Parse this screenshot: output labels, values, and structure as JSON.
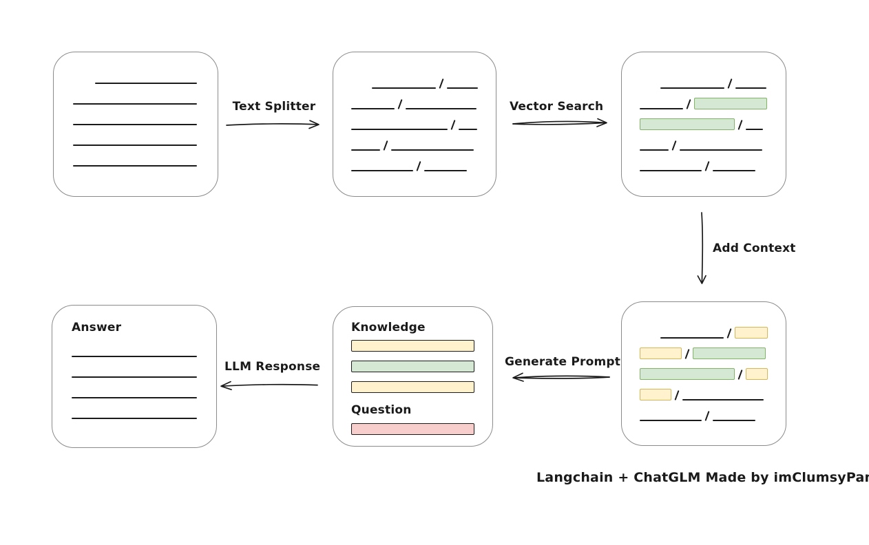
{
  "palette": {
    "ink": "#1a1a1a",
    "box_border": "#8a8a8a",
    "yellow": {
      "fill": "#fff2cc",
      "border": "#d6b656"
    },
    "green": {
      "fill": "#d5e8d4",
      "border": "#82b366"
    },
    "red": {
      "fill": "#f8cecc",
      "border": "#b85450"
    }
  },
  "nodes": {
    "document": {
      "lines": [
        {
          "w": 148,
          "indent": 32
        },
        {
          "w": 180
        },
        {
          "w": 180
        },
        {
          "w": 180
        },
        {
          "w": 180
        }
      ]
    },
    "split_chunks": {
      "rows": [
        {
          "indent": 30,
          "segs": [
            {
              "k": "line",
              "w": 93
            },
            {
              "k": "slash"
            },
            {
              "k": "line",
              "w": 45
            }
          ]
        },
        {
          "segs": [
            {
              "k": "line",
              "w": 63
            },
            {
              "k": "slash"
            },
            {
              "k": "line",
              "w": 103
            }
          ]
        },
        {
          "segs": [
            {
              "k": "line",
              "w": 140
            },
            {
              "k": "slash"
            },
            {
              "k": "line",
              "w": 27
            }
          ]
        },
        {
          "segs": [
            {
              "k": "line",
              "w": 42
            },
            {
              "k": "slash"
            },
            {
              "k": "line",
              "w": 120
            }
          ]
        },
        {
          "segs": [
            {
              "k": "line",
              "w": 90
            },
            {
              "k": "slash"
            },
            {
              "k": "line",
              "w": 62
            }
          ]
        }
      ]
    },
    "matched_chunks": {
      "rows": [
        {
          "indent": 30,
          "segs": [
            {
              "k": "line",
              "w": 93
            },
            {
              "k": "slash"
            },
            {
              "k": "line",
              "w": 45
            }
          ]
        },
        {
          "segs": [
            {
              "k": "line",
              "w": 63
            },
            {
              "k": "slash"
            },
            {
              "k": "green",
              "w": 106
            }
          ]
        },
        {
          "segs": [
            {
              "k": "green",
              "w": 138
            },
            {
              "k": "slash"
            },
            {
              "k": "line",
              "w": 25
            }
          ]
        },
        {
          "segs": [
            {
              "k": "line",
              "w": 42
            },
            {
              "k": "slash"
            },
            {
              "k": "line",
              "w": 120
            }
          ]
        },
        {
          "segs": [
            {
              "k": "line",
              "w": 90
            },
            {
              "k": "slash"
            },
            {
              "k": "line",
              "w": 62
            }
          ]
        }
      ]
    },
    "context_chunks": {
      "rows": [
        {
          "indent": 30,
          "segs": [
            {
              "k": "line",
              "w": 92
            },
            {
              "k": "slash"
            },
            {
              "k": "yellow",
              "w": 48
            }
          ]
        },
        {
          "segs": [
            {
              "k": "yellow",
              "w": 61
            },
            {
              "k": "slash"
            },
            {
              "k": "green",
              "w": 106
            }
          ]
        },
        {
          "segs": [
            {
              "k": "green",
              "w": 138
            },
            {
              "k": "slash"
            },
            {
              "k": "yellow",
              "w": 32
            }
          ]
        },
        {
          "segs": [
            {
              "k": "yellow",
              "w": 46
            },
            {
              "k": "slash"
            },
            {
              "k": "line",
              "w": 118
            }
          ]
        },
        {
          "segs": [
            {
              "k": "line",
              "w": 90
            },
            {
              "k": "slash"
            },
            {
              "k": "line",
              "w": 62
            }
          ]
        }
      ]
    },
    "prompt": {
      "knowledge_label": "Knowledge",
      "question_label": "Question",
      "knowledge_bars": [
        "yellow",
        "green",
        "yellow"
      ],
      "question_bars": [
        "red"
      ]
    },
    "answer": {
      "label": "Answer",
      "lines": [
        {
          "w": 182
        },
        {
          "w": 182
        },
        {
          "w": 182
        },
        {
          "w": 182
        }
      ]
    }
  },
  "arrows": {
    "text_splitter": {
      "label": "Text Splitter",
      "direction": "right"
    },
    "vector_search": {
      "label": "Vector Search",
      "direction": "right"
    },
    "add_context": {
      "label": "Add Context",
      "direction": "down"
    },
    "generate_prompt": {
      "label": "Generate Prompt",
      "direction": "left"
    },
    "llm_response": {
      "label": "LLM Response",
      "direction": "left"
    }
  },
  "caption": "Langchain + ChatGLM Made by imClumsyPanda"
}
